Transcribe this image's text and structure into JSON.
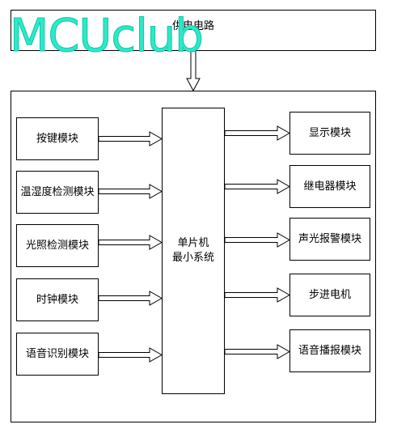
{
  "power": {
    "label": "供电电路"
  },
  "mcu": {
    "line1": "单片机",
    "line2": "最小系统"
  },
  "inputs": [
    "按键模块",
    "温湿度检测模块",
    "光照检测模块",
    "时钟模块",
    "语音识别模块"
  ],
  "outputs": [
    "显示模块",
    "继电器模块",
    "声光报警模块",
    "步进电机",
    "语音播报模块"
  ],
  "watermark": "MCUclub",
  "colors": {
    "watermark": "#2de8c9",
    "line": "#000000"
  }
}
